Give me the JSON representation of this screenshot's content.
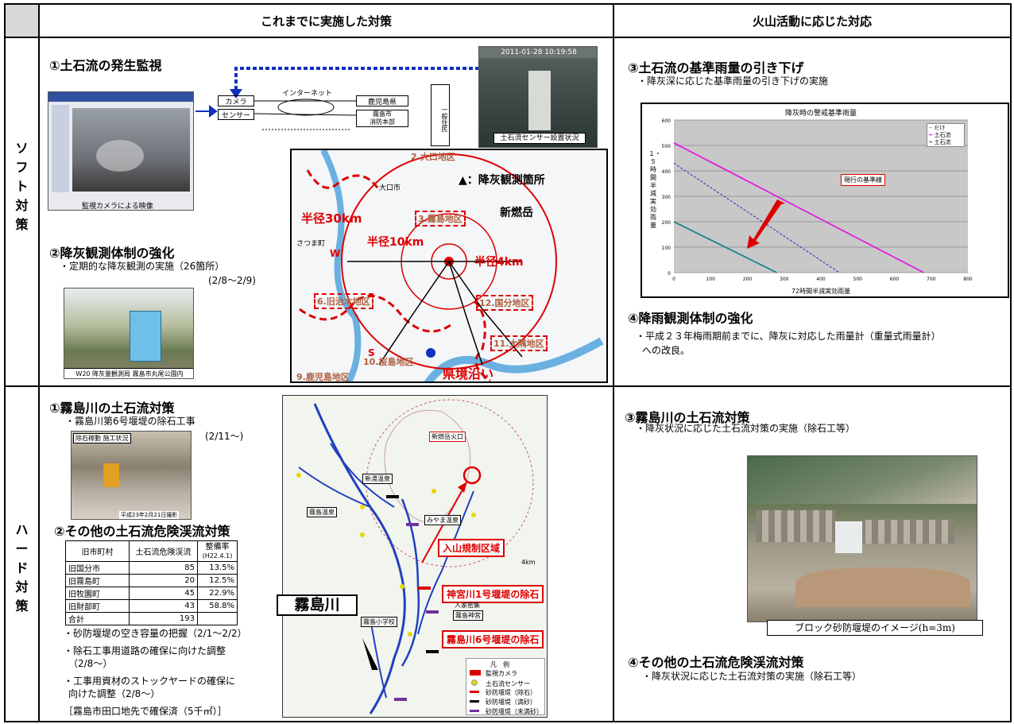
{
  "header": {
    "col1": "これまでに実施した対策",
    "col2": "火山活動に応じた対応"
  },
  "side": {
    "soft": [
      "ソ",
      "フ",
      "ト",
      "対",
      "策"
    ],
    "hard": [
      "ハ",
      "ー",
      "ド",
      "対",
      "策"
    ]
  },
  "soft_left": {
    "s1_title": "①土石流の発生監視",
    "camera_caption": "監視カメラによる映像",
    "flow": {
      "camera": "カメラ",
      "sensor": "センサー",
      "internet": "インターネット",
      "kagoshima": "鹿児島県",
      "kirishima_line1": "霧島市",
      "kirishima_line2": "消防本部",
      "ippan": "一般住民"
    },
    "sensor_photo_stamp": "2011-01-28 10:19:58",
    "sensor_caption": "土石流センサー設置状況",
    "s2_title": "②降灰観測体制の強化",
    "s2_bullet": "・定期的な降灰観測の実施（26箇所）",
    "s2_date": "(2/8～2/9)",
    "ash_caption": "W20 降灰量観測局 霧島市丸尾公園内",
    "map": {
      "legend": "▲：降灰観測箇所",
      "shinmoe": "新燃岳",
      "r30": "半径30km",
      "r10": "半径10km",
      "r4": "半径4km",
      "a2": "2.大口地区",
      "a3": "3.霧島地区",
      "a6": "6.旧治木地区",
      "a9": "9.鹿児島地区",
      "a10": "10.桜島地区",
      "a11": "11.大隅地区",
      "a12": "12.国分地区",
      "pref": "県境沿い",
      "w": "W",
      "s": "S",
      "small1": "大口市",
      "small2": "さつま町"
    }
  },
  "soft_right": {
    "s3_title": "③土石流の基準雨量の引き下げ",
    "s3_bullet": "・降灰深に応じた基準雨量の引き下げの実施",
    "chart_title": "降灰時の警戒基準雨量",
    "chart_callout": "現行の基準線",
    "chart_ylabel": "１・５時間半減実効雨量",
    "chart_xlabel": "72時間半減実効雨量",
    "s4_title": "④降雨観測体制の強化",
    "s4_line1": "・平成２３年梅雨期前までに、降灰に対応した雨量計（重量式雨量計）",
    "s4_line2": "への改良。"
  },
  "chart_data": {
    "type": "line",
    "title": "降灰時の警戒基準雨量",
    "xlabel": "72時間半減実効雨量",
    "ylabel": "１・５時間半減実効雨量",
    "xlim": [
      0,
      800
    ],
    "ylim": [
      0,
      600
    ],
    "x_ticks": [
      0,
      100,
      200,
      300,
      400,
      500,
      600,
      700,
      800
    ],
    "y_ticks": [
      0,
      100,
      200,
      300,
      400,
      500,
      600
    ],
    "grid": true,
    "legend": "top-right",
    "series": [
      {
        "name": "",
        "x": [
          0,
          450
        ],
        "y": [
          430,
          0
        ],
        "color": "#4040c0",
        "dash": true
      },
      {
        "name": "",
        "x": [
          0,
          680
        ],
        "y": [
          510,
          0
        ],
        "color": "#e020e0",
        "dash": false
      },
      {
        "name": "",
        "x": [
          0,
          280
        ],
        "y": [
          200,
          0
        ],
        "color": "#208080",
        "dash": false
      }
    ],
    "legend_labels": [
      "だけ",
      "土石流",
      "土石流"
    ]
  },
  "hard_left": {
    "h1_title": "①霧島川の土石流対策",
    "h1_bullet": "・霧島川第6号堰堤の除石工事",
    "h1_date": "(2/11～)",
    "h1_photo_label": "除石稼動 施工状況",
    "h1_photo_date": "平成23年2月21日撮影",
    "h2_title": "②その他の土石流危険渓流対策",
    "table_head": [
      "旧市町村",
      "土石流危険渓流",
      "整備率"
    ],
    "table_head_sub": "(H22.4.1)",
    "table_rows": [
      [
        "旧国分市",
        "85",
        "13.5%"
      ],
      [
        "旧霧島町",
        "20",
        "12.5%"
      ],
      [
        "旧牧園町",
        "45",
        "22.9%"
      ],
      [
        "旧財部町",
        "43",
        "58.8%"
      ],
      [
        "合計",
        "193",
        ""
      ]
    ],
    "b1": "・砂防堰堤の空き容量の把握（2/1～2/2）",
    "b2": "・除石工事用道路の確保に向けた調整",
    "b2b": "（2/8～）",
    "b3": "・工事用資材のストックヤードの確保に",
    "b3b": "向けた調整（2/8～）",
    "b4": "［霧島市田口地先で確保済（5千㎡）］",
    "map": {
      "crater": "新燃岳火口",
      "zone": "入山規制区域",
      "dam1": "神宮川1号堰堤の除石",
      "dam6": "霧島川6号堰堤の除石",
      "river": "霧島川",
      "onsen1": "新湯温泉",
      "onsen2": "霧島温泉",
      "onsen3": "みやま温泉",
      "jingu": "霧島神宮",
      "school": "霧島小学校",
      "km": "4km",
      "jinja": "人家密集",
      "legend_title": "凡　例",
      "lg1": "監視カメラ",
      "lg2": "土石流センサー",
      "lg3": "砂防堰堤（除石）",
      "lg4": "砂防堰堤（満砂）",
      "lg5": "砂防堰堤（未満砂）"
    }
  },
  "hard_right": {
    "h3_title": "③霧島川の土石流対策",
    "h3_bullet": "・降灰状況に応じた土石流対策の実施（除石工等）",
    "photo_caption": "ブロック砂防堰堤のイメージ(h=3m)",
    "h4_title": "④その他の土石流危険渓流対策",
    "h4_bullet": "・降灰状況に応じた土石流対策の実施（除石工等）"
  },
  "colors": {
    "red": "#d00000",
    "blue": "#1030c0",
    "river": "#2040c0"
  }
}
